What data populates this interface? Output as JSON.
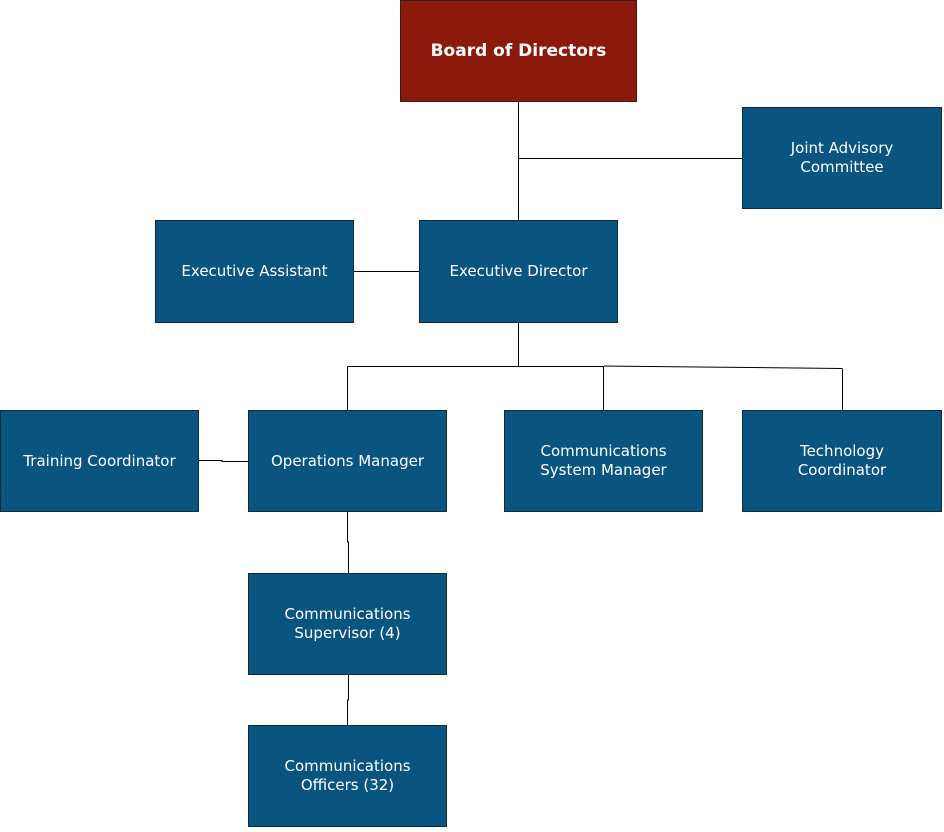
{
  "nodes": {
    "board": "Board of Directors",
    "joint_advisory": "Joint Advisory\nCommittee",
    "executive_assistant": "Executive Assistant",
    "executive_director": "Executive Director",
    "training_coordinator": "Training Coordinator",
    "operations_manager": "Operations Manager",
    "communications_system_manager": "Communications\nSystem Manager",
    "technology_coordinator": "Technology\nCoordinator",
    "communications_supervisor": "Communications\nSupervisor (4)",
    "communications_officers": "Communications\nOfficers (32)"
  },
  "colors": {
    "board_fill": "#8b1a0c",
    "node_fill": "#0a5480",
    "text": "#ffffff",
    "connector": "#000000"
  }
}
